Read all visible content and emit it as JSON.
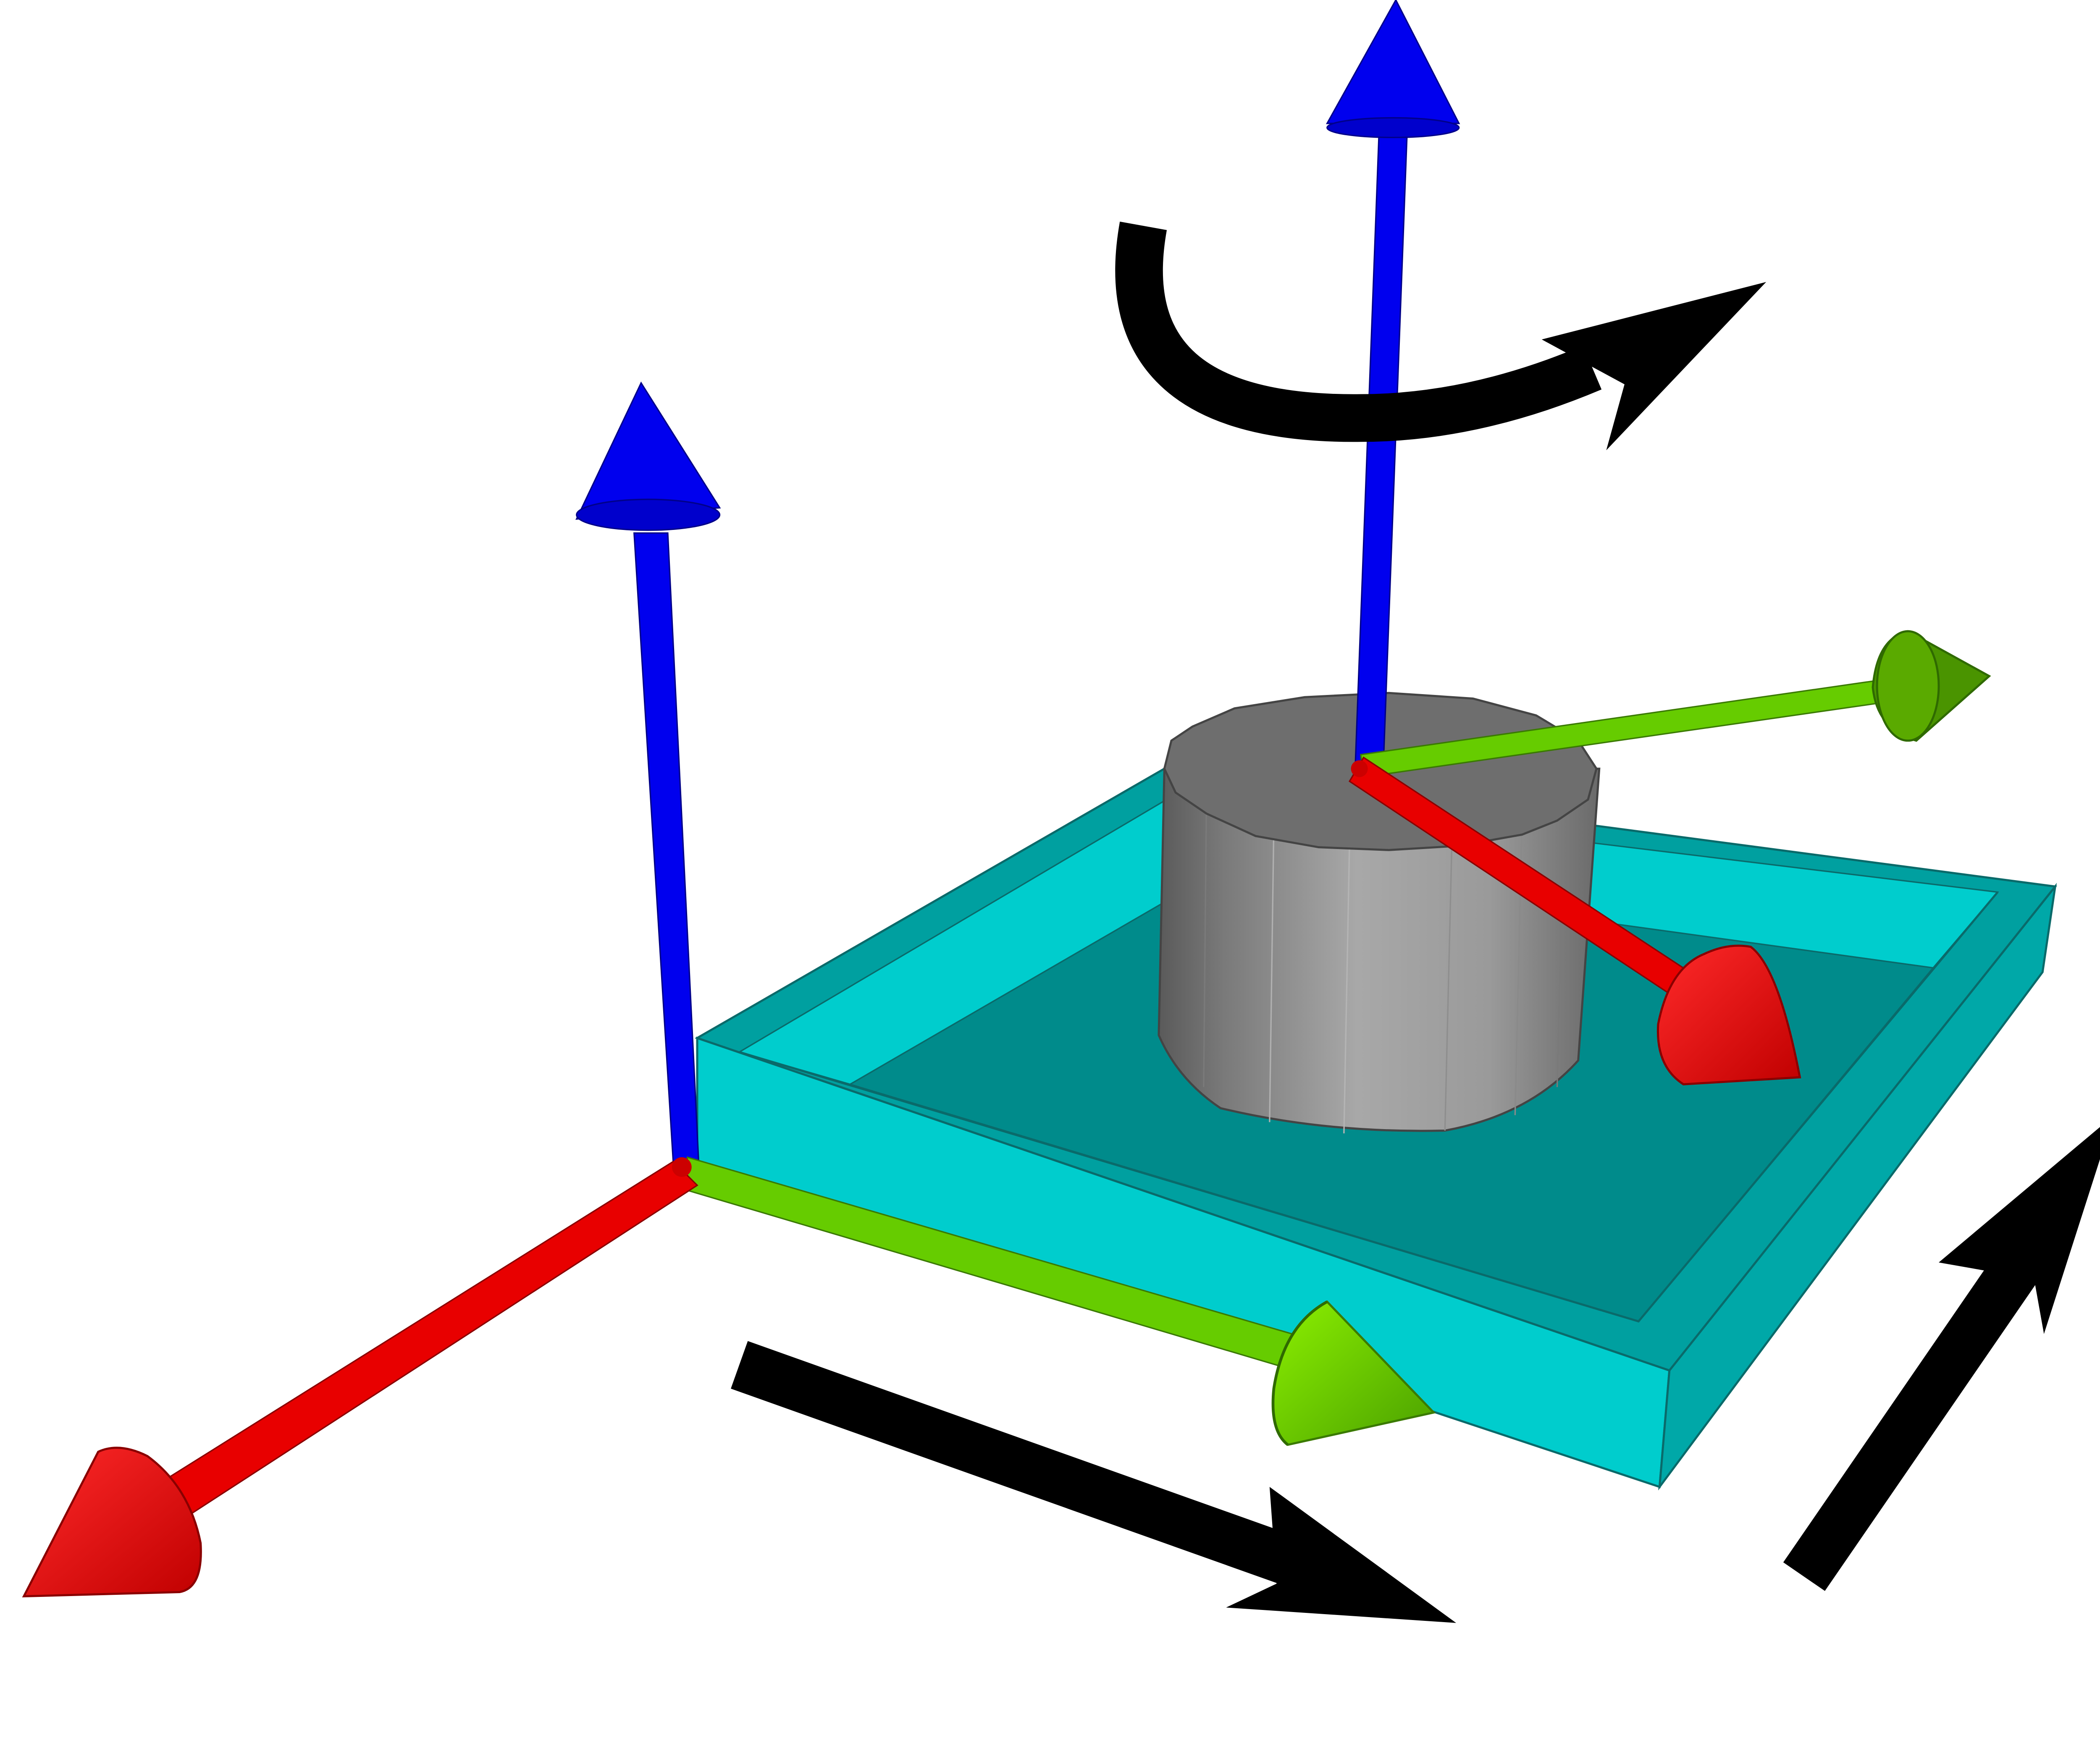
{
  "colors": {
    "background": "#ffffff",
    "axis_x": "#ff0000",
    "axis_y": "#66cc00",
    "axis_z": "#0000ff",
    "motion_arrow": "#000000",
    "platform_top": "#008b8b",
    "platform_rim": "#00a0a0",
    "platform_side_front": "#00cdcd",
    "platform_side_right": "#00a8a8",
    "cylinder_top": "#6e6e6e",
    "cylinder_body": "#a0a0a0"
  },
  "scene": {
    "base_frame": {
      "origin_icon": "coordinate-frame-origin",
      "x_axis_icon": "red-arrow-icon",
      "y_axis_icon": "green-arrow-icon",
      "z_axis_icon": "blue-arrow-icon"
    },
    "tool_frame": {
      "origin_icon": "coordinate-frame-origin",
      "x_axis_icon": "red-arrow-icon",
      "y_axis_icon": "green-arrow-icon",
      "z_axis_icon": "blue-arrow-icon"
    },
    "motions": [
      {
        "icon": "rotation-arrow-icon",
        "kind": "rotation about vertical axis"
      },
      {
        "icon": "translation-arrow-icon",
        "kind": "translation along base y axis"
      },
      {
        "icon": "translation-arrow-icon",
        "kind": "translation along platform depth"
      }
    ]
  }
}
